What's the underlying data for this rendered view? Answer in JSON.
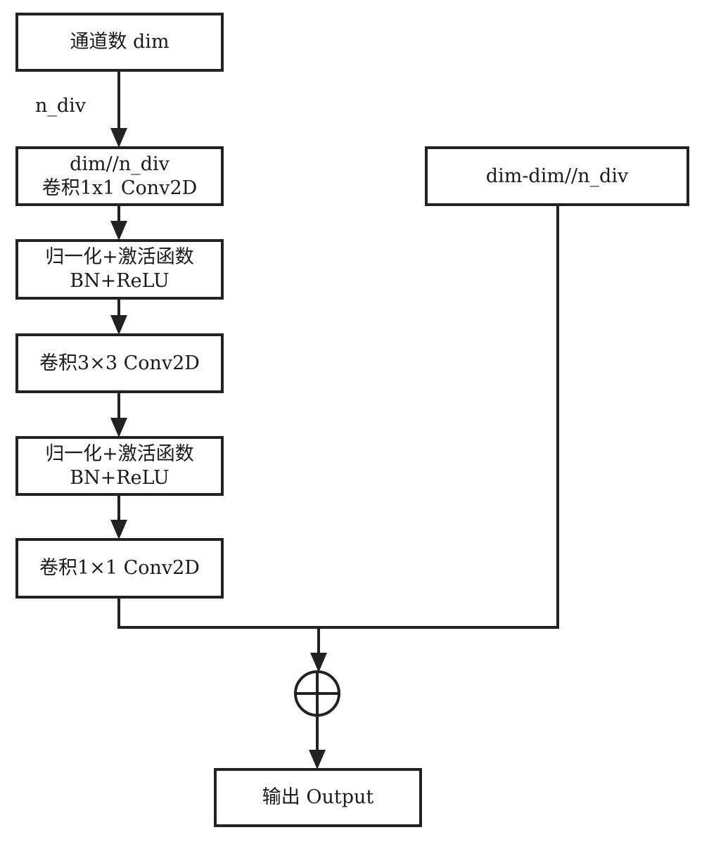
{
  "nodes": {
    "input": {
      "text": "通道数 dim"
    },
    "conv1x1_a": {
      "line1": "dim//n_div",
      "line2": "卷积1x1 Conv2D"
    },
    "bn_relu_1": {
      "line1": "归一化+激活函数",
      "line2": "BN+ReLU"
    },
    "conv3x3": {
      "text": "卷积3×3 Conv2D"
    },
    "bn_relu_2": {
      "line1": "归一化+激活函数",
      "line2": "BN+ReLU"
    },
    "conv1x1_b": {
      "text": "卷积1×1 Conv2D"
    },
    "identity": {
      "text": "dim-dim//n_div"
    },
    "output": {
      "text": "输出 Output"
    }
  },
  "edge_labels": {
    "split": "n_div"
  },
  "operators": {
    "add": {
      "symbol": "⊕",
      "meaning": "element-wise add"
    }
  },
  "colors": {
    "stroke": "#222222",
    "text": "#1a1a1a",
    "background": "#ffffff"
  }
}
